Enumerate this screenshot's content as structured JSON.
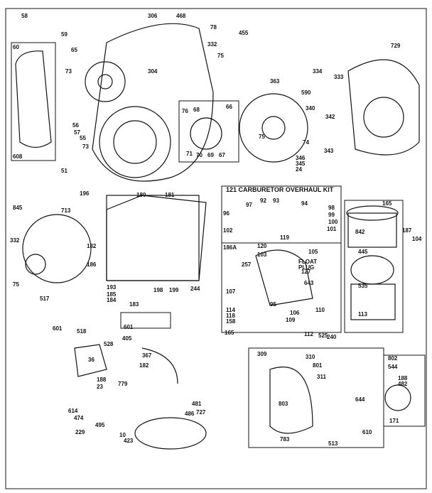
{
  "diagram": {
    "kit_title": "121 CARBURETOR OVERHAUL KIT",
    "labels": [
      "58",
      "306",
      "468",
      "78",
      "455",
      "59",
      "60",
      "65",
      "304",
      "332",
      "75",
      "729",
      "363",
      "334",
      "333",
      "73",
      "76",
      "68",
      "66",
      "590",
      "340",
      "342",
      "56",
      "57",
      "55",
      "73",
      "71",
      "70",
      "69",
      "67",
      "75",
      "74",
      "343",
      "346",
      "345",
      "24",
      "608",
      "51",
      "196",
      "180",
      "181",
      "845",
      "713",
      "332",
      "182",
      "186",
      "75",
      "517",
      "193",
      "185",
      "184",
      "183",
      "198",
      "199",
      "244",
      "97",
      "92",
      "93",
      "94",
      "96",
      "98",
      "99",
      "100",
      "101",
      "102",
      "186A",
      "165",
      "842",
      "119",
      "120",
      "103",
      "104",
      "257",
      "105",
      "107",
      "127",
      "643",
      "445",
      "535",
      "113",
      "114",
      "118",
      "158",
      "95",
      "106",
      "109",
      "110",
      "112",
      "525",
      "240",
      "165",
      "518",
      "187",
      "601",
      "601",
      "405",
      "367",
      "528",
      "36",
      "188",
      "182",
      "23",
      "779",
      "309",
      "310",
      "802",
      "801",
      "544",
      "311",
      "188",
      "482",
      "481",
      "727",
      "803",
      "644",
      "614",
      "474",
      "486",
      "495",
      "229",
      "10",
      "423",
      "783",
      "513",
      "610",
      "171"
    ],
    "extra": [
      "FLOAT",
      "PLUG"
    ]
  }
}
